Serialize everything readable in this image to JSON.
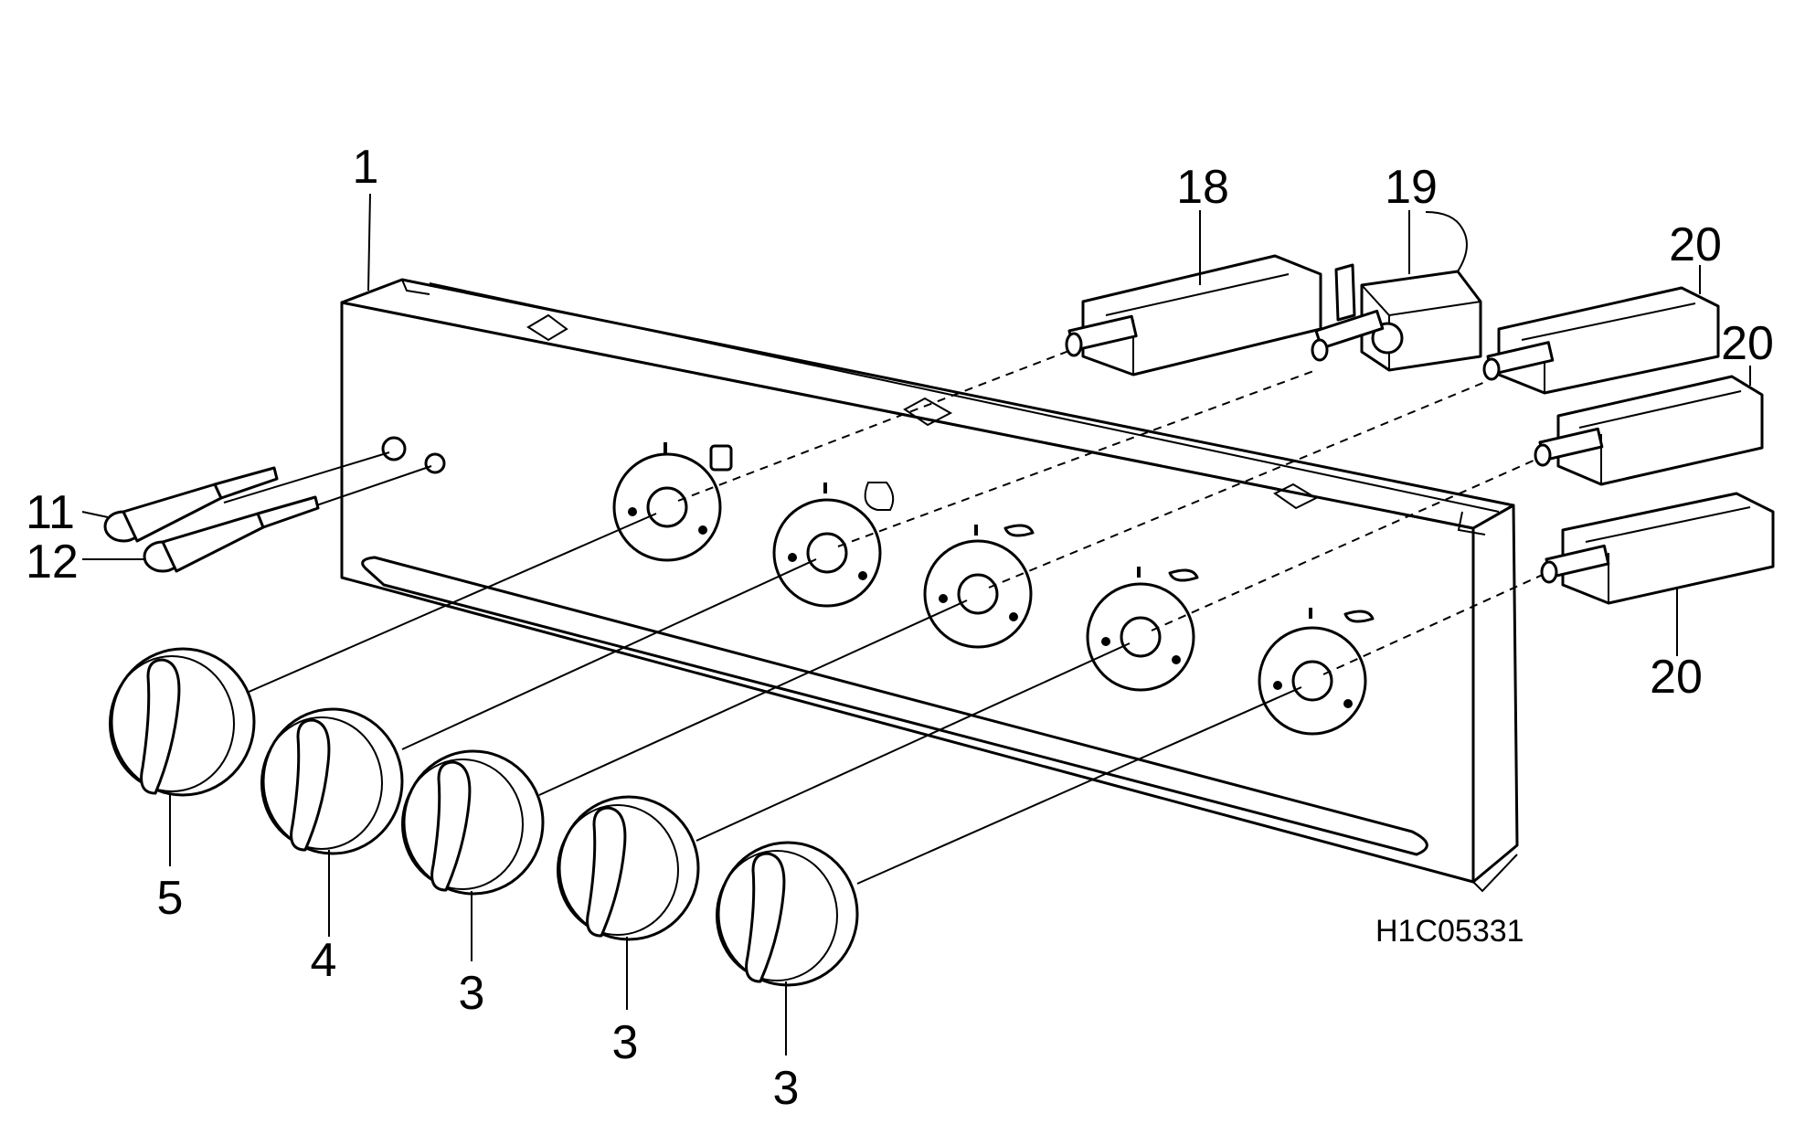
{
  "drawing_code": "H1C05331",
  "callouts": {
    "panel": "1",
    "knob_a": "3",
    "knob_b": "3",
    "knob_c": "3",
    "knob_4": "4",
    "knob_5": "5",
    "lamp_11": "11",
    "lamp_12": "12",
    "valve_18": "18",
    "thermostat_19": "19",
    "valve_20a": "20",
    "valve_20b": "20",
    "valve_20c": "20"
  }
}
